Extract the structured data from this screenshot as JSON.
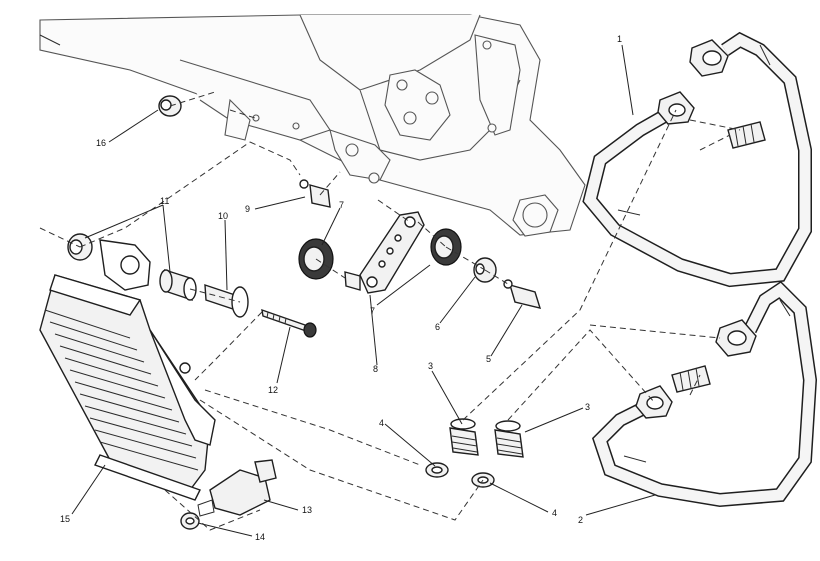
{
  "diagram": {
    "callouts": [
      {
        "id": "1",
        "text": "1"
      },
      {
        "id": "2",
        "text": "2"
      },
      {
        "id": "3a",
        "text": "3"
      },
      {
        "id": "3b",
        "text": "3"
      },
      {
        "id": "4a",
        "text": "4"
      },
      {
        "id": "4b",
        "text": "4"
      },
      {
        "id": "5",
        "text": "5"
      },
      {
        "id": "6",
        "text": "6"
      },
      {
        "id": "7a",
        "text": "7"
      },
      {
        "id": "7b",
        "text": "7"
      },
      {
        "id": "8",
        "text": "8"
      },
      {
        "id": "9",
        "text": "9"
      },
      {
        "id": "10",
        "text": "10"
      },
      {
        "id": "11",
        "text": "11"
      },
      {
        "id": "12",
        "text": "12"
      },
      {
        "id": "13",
        "text": "13"
      },
      {
        "id": "14",
        "text": "14"
      },
      {
        "id": "15",
        "text": "15"
      },
      {
        "id": "16",
        "text": "16"
      }
    ]
  }
}
